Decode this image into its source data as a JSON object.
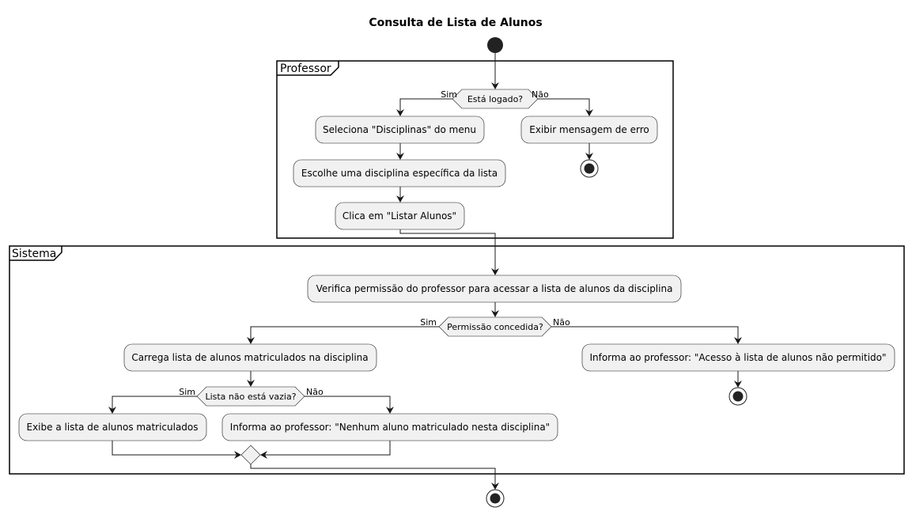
{
  "title": "Consulta de Lista de Alunos",
  "partitions": {
    "professor": "Professor",
    "sistema": "Sistema"
  },
  "decisions": {
    "logado": {
      "question": "Está logado?",
      "yes": "Sim",
      "no": "Não"
    },
    "permissao": {
      "question": "Permissão concedida?",
      "yes": "Sim",
      "no": "Não"
    },
    "vazia": {
      "question": "Lista não está vazia?",
      "yes": "Sim",
      "no": "Não"
    }
  },
  "activities": {
    "seleciona": "Seleciona \"Disciplinas\" do menu",
    "escolhe": "Escolhe uma disciplina específica da lista",
    "clica": "Clica em \"Listar Alunos\"",
    "erro": "Exibir mensagem de erro",
    "verifica": "Verifica permissão do professor para acessar a lista de alunos da disciplina",
    "carrega": "Carrega lista de alunos matriculados na disciplina",
    "exibe": "Exibe a lista de alunos matriculados",
    "nenhum": "Informa ao professor: \"Nenhum aluno matriculado nesta disciplina\"",
    "negado": "Informa ao professor: \"Acesso à lista de alunos não permitido\""
  },
  "colors": {
    "activity_fill": "#f1f1f1",
    "line": "#181818",
    "node": "#222222"
  }
}
